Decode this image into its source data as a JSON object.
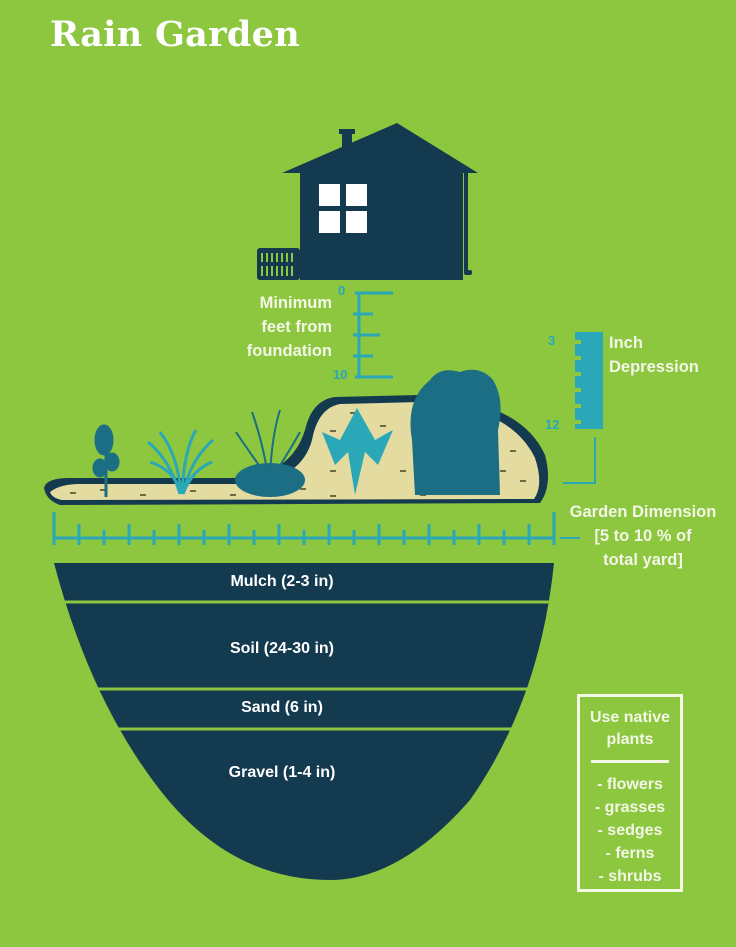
{
  "title": "Rain Garden",
  "colors": {
    "background": "#8dc63f",
    "navy": "#133a4e",
    "teal": "#2aa8b8",
    "dark_teal": "#1b6e84",
    "mulch_sand": "#e3dba0",
    "text_light": "#f2f7e6"
  },
  "house": {
    "icon": "house-icon",
    "window_icon": "window-icon",
    "fence_icon": "fence-icon",
    "downspout_icon": "downspout-icon"
  },
  "foundation_ruler": {
    "label_lines": [
      "Minimum",
      "feet from",
      "foundation"
    ],
    "tick_top": "0",
    "tick_bottom": "10"
  },
  "depression_ruler": {
    "label_lines": [
      "Inch",
      "Depression"
    ],
    "tick_top": "3",
    "tick_bottom": "12"
  },
  "garden_dimension": {
    "label_lines": [
      "Garden Dimension",
      "[5 to 10 % of",
      "total yard]"
    ]
  },
  "plants": [
    "flower-plant-icon",
    "grass-plant-icon",
    "sedge-plant-icon",
    "fern-plant-icon",
    "shrub-plant-icon"
  ],
  "layers": [
    {
      "label": "Mulch (2-3 in)"
    },
    {
      "label": "Soil (24-30 in)"
    },
    {
      "label": "Sand (6 in)"
    },
    {
      "label": "Gravel (1-4 in)"
    }
  ],
  "native_plants": {
    "heading_lines": [
      "Use native",
      "plants"
    ],
    "items": [
      "- flowers",
      "- grasses",
      "- sedges",
      "- ferns",
      "- shrubs"
    ]
  }
}
